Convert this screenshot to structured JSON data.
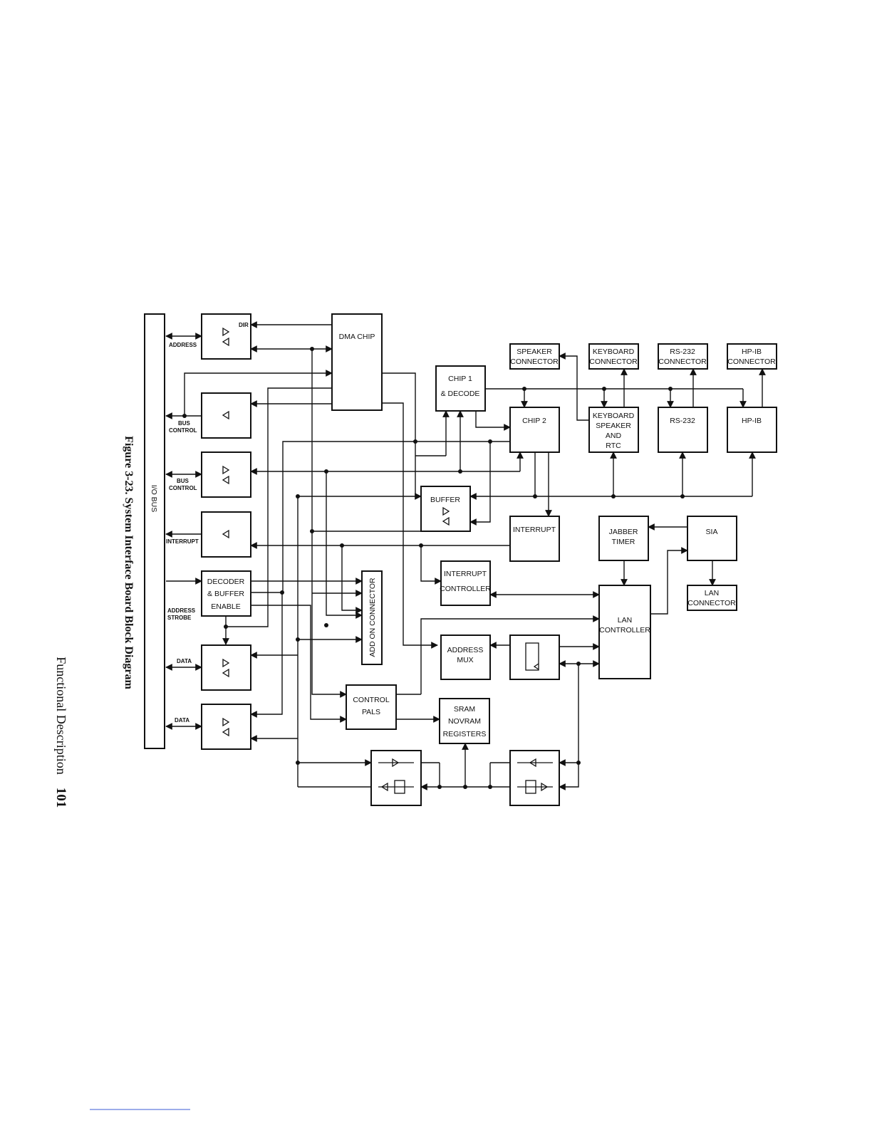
{
  "bus": {
    "label": "I/O BUS"
  },
  "signals": {
    "dir": "DIR",
    "address": "ADDRESS",
    "bus_control_1": [
      "BUS",
      "CONTROL"
    ],
    "bus_control_2": [
      "BUS",
      "CONTROL"
    ],
    "interrupt": "INTERRUPT",
    "address_strobe": [
      "ADDRESS",
      "STROBE"
    ],
    "data_1": "DATA",
    "data_2": "DATA"
  },
  "blocks": {
    "dma_chip": "DMA  CHIP",
    "chip1_decode": [
      "CHIP  1",
      "&  DECODE"
    ],
    "chip2": "CHIP  2",
    "speaker_connector": [
      "SPEAKER",
      "CONNECTOR"
    ],
    "keyboard_connector": [
      "KEYBOARD",
      "CONNECTOR"
    ],
    "rs232_connector": [
      "RS-232",
      "CONNECTOR"
    ],
    "hpib_connector": [
      "HP-IB",
      "CONNECTOR"
    ],
    "keyboard_speaker_rtc": [
      "KEYBOARD",
      "SPEAKER",
      "AND",
      "RTC"
    ],
    "rs232": "RS-232",
    "hpib": "HP-IB",
    "buffer": "BUFFER",
    "interrupt": "INTERRUPT",
    "jabber_timer": [
      "JABBER",
      "TIMER"
    ],
    "sia": "SIA",
    "interrupt_controller": [
      "INTERRUPT",
      "CONTROLLER"
    ],
    "lan_connector": [
      "LAN",
      "CONNECTOR"
    ],
    "decoder_buffer_enable": [
      "DECODER",
      "&  BUFFER",
      "ENABLE"
    ],
    "add_on_connector": "ADD  ON  CONNECTOR",
    "lan_controller": [
      "LAN",
      "CONTROLLER"
    ],
    "address_mux": [
      "ADDRESS",
      "MUX"
    ],
    "control_pals": [
      "CONTROL",
      "PALS"
    ],
    "sram_novram": [
      "SRAM",
      "NOVRAM",
      "REGISTERS"
    ]
  },
  "caption": "Figure 3-23.  System Interface Board Block Diagram",
  "footer": {
    "section": "Functional Description",
    "page_number": "101"
  }
}
